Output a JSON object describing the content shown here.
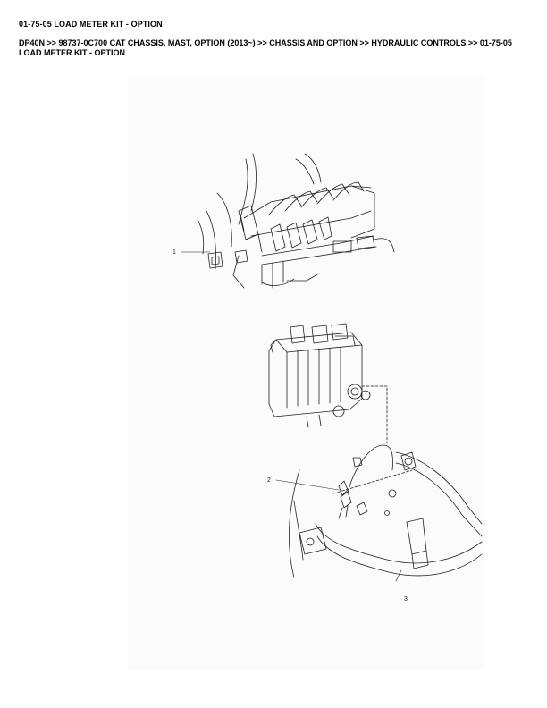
{
  "header": {
    "title": "01-75-05 LOAD METER KIT - OPTION",
    "breadcrumb": "DP40N >> 98737-0C700 CAT CHASSIS, MAST, OPTION (2013~) >> CHASSIS AND OPTION >> HYDRAULIC CONTROLS >> 01-75-05 LOAD METER KIT - OPTION"
  },
  "diagram": {
    "callouts": [
      "1",
      "2",
      "3"
    ]
  }
}
